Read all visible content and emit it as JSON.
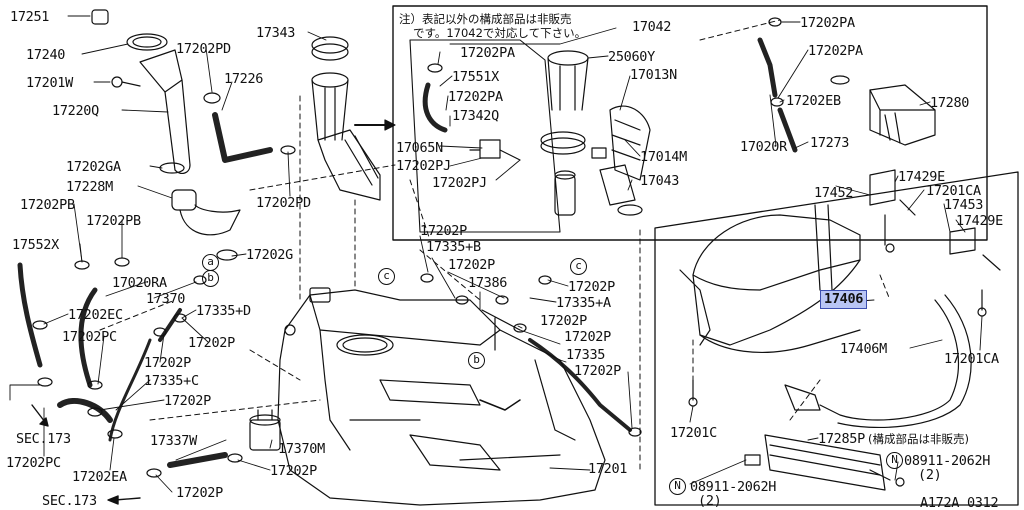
{
  "diagram": {
    "part_labels": [
      "17251",
      "17240",
      "17201W",
      "17220Q",
      "17202PD",
      "17226",
      "17343",
      "17202GA",
      "17228M",
      "17202PB",
      "17202PB",
      "17552X",
      "17020RA",
      "17202EC",
      "17370",
      "17335+D",
      "17202P",
      "17202PC",
      "17202P",
      "17335+C",
      "17202P",
      "SEC.173",
      "17202PC",
      "17202EA",
      "17337W",
      "17370M",
      "17202P",
      "SEC.173",
      "17202P",
      "17202G",
      "17202PD",
      "17202P",
      "17335+B",
      "17202P",
      "17386",
      "17202P",
      "17335+A",
      "17202P",
      "17202P",
      "17335",
      "17202P",
      "17201",
      "17042",
      "17202PA",
      "17551X",
      "25060Y",
      "17013N",
      "17202PA",
      "17342Q",
      "17065N",
      "17202PJ",
      "17014M",
      "17202PJ",
      "17043",
      "17202PA",
      "17202PA",
      "17202EB",
      "17280",
      "17020R",
      "17273",
      "17429E",
      "17452",
      "17201CA",
      "17453",
      "17429E",
      "17406M",
      "17201CA",
      "17201C",
      "17285P",
      "08911-2062H",
      "(2)",
      "08911-2062H",
      "(2)",
      "A172A 0312"
    ],
    "highlighted_label": "17406",
    "notes": {
      "inset_note_line1": "注）表記以外の構成部品は非販売",
      "inset_note_line2": "です。17042で対応して下さい。",
      "not_sold_note": "(構成部品は非販売)"
    },
    "circle_markers": [
      "a",
      "b",
      "c",
      "c",
      "b",
      "N",
      "N"
    ]
  }
}
